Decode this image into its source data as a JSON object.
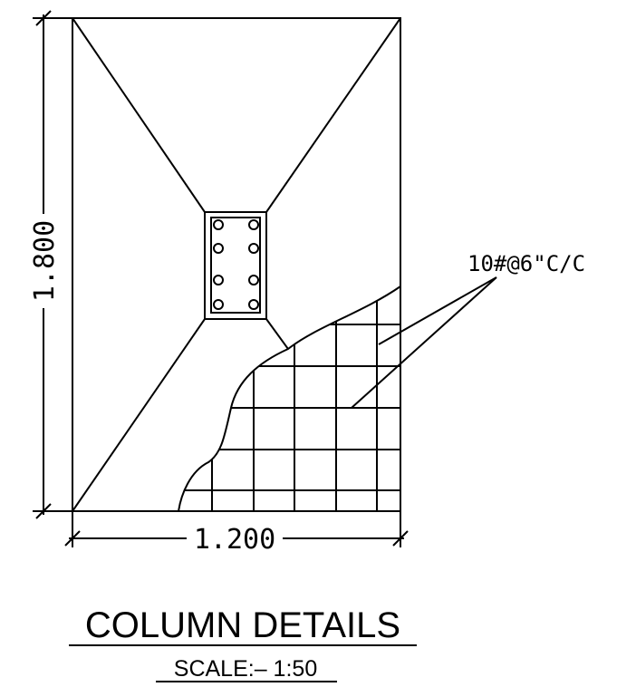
{
  "dimensions": {
    "height_label": "1.800",
    "width_label": "1.200"
  },
  "reinforcement_label": "10#@6\"C/C",
  "title": "COLUMN DETAILS",
  "scale": "SCALE:–  1:50",
  "colors": {
    "line": "#000000",
    "background": "#ffffff"
  }
}
